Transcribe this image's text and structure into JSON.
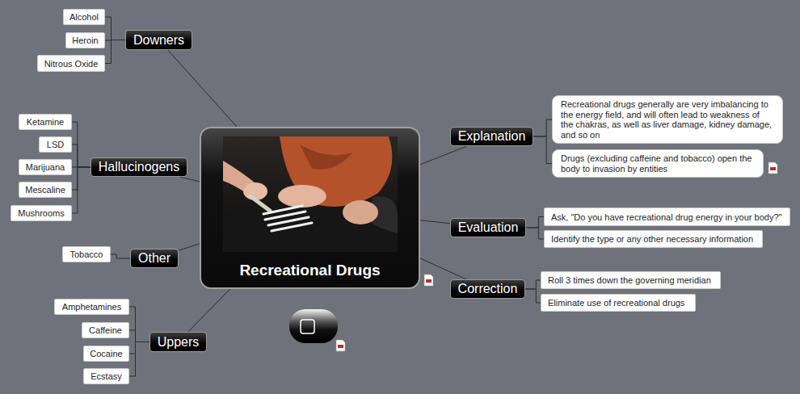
{
  "diagram": {
    "nodes": [
      {
        "text": [
          "Recreational Drugs"
        ]
      },
      {
        "text": [
          "Downers"
        ]
      },
      {
        "text": [
          "Alcohol"
        ]
      },
      {
        "text": [
          "Heroin"
        ]
      },
      {
        "text": [
          "Nitrous Oxide"
        ]
      },
      {
        "text": [
          "Hallucinogens"
        ]
      },
      {
        "text": [
          "Ketamine"
        ]
      },
      {
        "text": [
          "LSD"
        ]
      },
      {
        "text": [
          "Marijuana"
        ]
      },
      {
        "text": [
          "Mescaline"
        ]
      },
      {
        "text": [
          "Mushrooms"
        ]
      },
      {
        "text": [
          "Other"
        ]
      },
      {
        "text": [
          "Tobacco"
        ]
      },
      {
        "text": [
          "Uppers"
        ]
      },
      {
        "text": [
          "Amphetamines"
        ]
      },
      {
        "text": [
          "Caffeine"
        ]
      },
      {
        "text": [
          "Cocaine"
        ]
      },
      {
        "text": [
          "Ecstasy"
        ]
      },
      {
        "text": [
          "Explanation"
        ]
      },
      {
        "text": [
          "Recreational drugs generally are very imbalancing to the energy field, and will often lead to weakness of the chakras, as well as liver damage, kidney damage, and so on"
        ]
      },
      {
        "text": [
          "Drugs (excluding caffeine and tobacco) open the body to invasion by entities"
        ]
      },
      {
        "text": [
          "Evaluation"
        ]
      },
      {
        "text": [
          "Ask, \"Do you have recreational drug energy in your body?\""
        ]
      },
      {
        "text": [
          "Identify the type or any other necessary information"
        ]
      },
      {
        "text": [
          "Correction"
        ]
      },
      {
        "text": [
          "Roll 3 times down the governing meridian"
        ]
      },
      {
        "text": [
          "Eliminate use of recreational drugs"
        ]
      }
    ],
    "edges": [
      {
        "from": 0,
        "to": 1,
        "arrow": "none"
      },
      {
        "from": 1,
        "to": 2,
        "arrow": "none"
      },
      {
        "from": 1,
        "to": 3,
        "arrow": "none"
      },
      {
        "from": 1,
        "to": 4,
        "arrow": "none"
      },
      {
        "from": 0,
        "to": 5,
        "arrow": "none"
      },
      {
        "from": 5,
        "to": 6,
        "arrow": "none"
      },
      {
        "from": 5,
        "to": 7,
        "arrow": "none"
      },
      {
        "from": 5,
        "to": 8,
        "arrow": "none"
      },
      {
        "from": 5,
        "to": 9,
        "arrow": "none"
      },
      {
        "from": 5,
        "to": 10,
        "arrow": "none"
      },
      {
        "from": 0,
        "to": 11,
        "arrow": "none"
      },
      {
        "from": 11,
        "to": 12,
        "arrow": "none"
      },
      {
        "from": 0,
        "to": 13,
        "arrow": "none"
      },
      {
        "from": 13,
        "to": 14,
        "arrow": "none"
      },
      {
        "from": 13,
        "to": 15,
        "arrow": "none"
      },
      {
        "from": 13,
        "to": 16,
        "arrow": "none"
      },
      {
        "from": 13,
        "to": 17,
        "arrow": "none"
      },
      {
        "from": 0,
        "to": 18,
        "arrow": "none"
      },
      {
        "from": 18,
        "to": 19,
        "arrow": "none"
      },
      {
        "from": 18,
        "to": 20,
        "arrow": "none"
      },
      {
        "from": 0,
        "to": 21,
        "arrow": "none"
      },
      {
        "from": 21,
        "to": 22,
        "arrow": "none"
      },
      {
        "from": 21,
        "to": 23,
        "arrow": "none"
      },
      {
        "from": 0,
        "to": 24,
        "arrow": "none"
      },
      {
        "from": 24,
        "to": 25,
        "arrow": "none"
      },
      {
        "from": 24,
        "to": 26,
        "arrow": "none"
      }
    ]
  }
}
